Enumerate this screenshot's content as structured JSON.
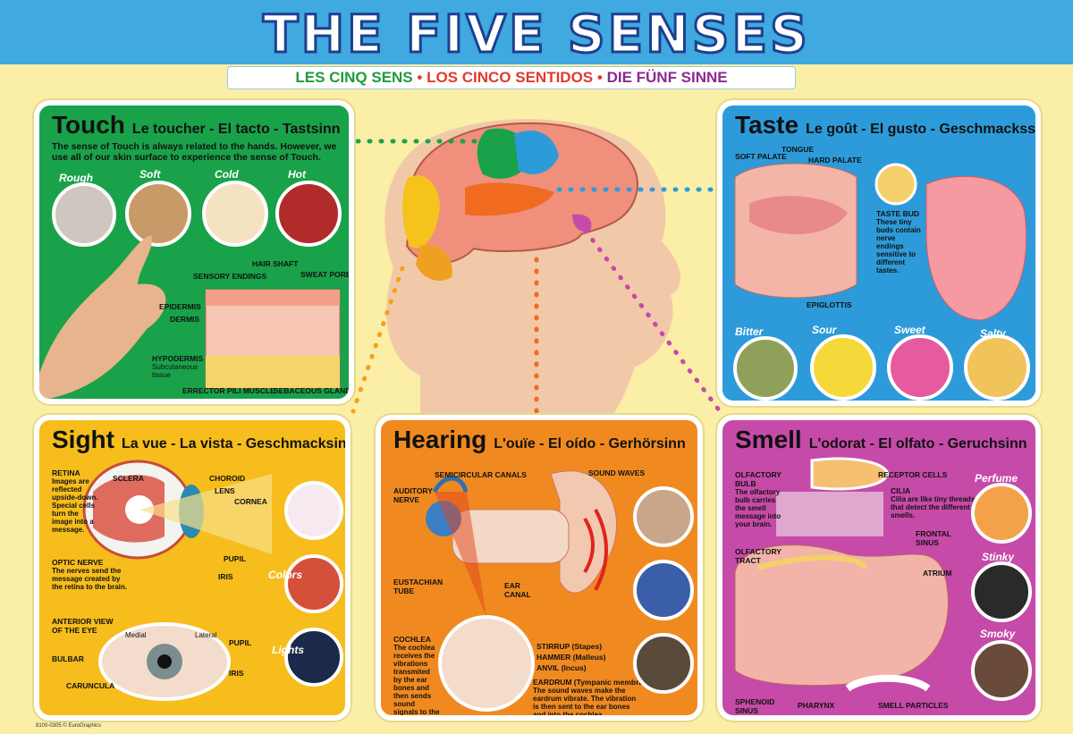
{
  "title": "THE FIVE SENSES",
  "subtitle": {
    "fr": "LES CINQ SENS",
    "es": "LOS CINCO SENTIDOS",
    "de": "DIE FÜNF SINNE",
    "sep": "•"
  },
  "touch": {
    "title": "Touch",
    "translations": "Le toucher - El tacto - Tastsinn",
    "desc": "The sense of Touch is always related to the hands. However, we use all of our skin surface to experience the sense of Touch.",
    "examples": [
      "Rough",
      "Soft",
      "Cold",
      "Hot"
    ],
    "labels": {
      "hair_shaft": "HAIR SHAFT",
      "sensory": "SENSORY ENDINGS",
      "sweat": "SWEAT PORE",
      "epidermis": "EPIDERMIS",
      "dermis": "DERMIS",
      "hypodermis": "HYPODERMIS",
      "subcut": "Subcutaneous tissue",
      "erector": "ERRECTOR PILI MUSCLE",
      "sebaceous": "SEBACEOUS GLAND"
    }
  },
  "taste": {
    "title": "Taste",
    "translations": "Le goût - El gusto - Geschmackssinn",
    "labels": {
      "soft_palate": "SOFT PALATE",
      "tongue": "TONGUE",
      "hard_palate": "HARD PALATE",
      "epiglottis": "EPIGLOTTIS",
      "taste_bud": "TASTE BUD",
      "taste_bud_desc": "These tiny buds contain nerve endings sensitive to different tastes."
    },
    "examples": [
      "Bitter",
      "Sour",
      "Sweet",
      "Salty"
    ]
  },
  "sight": {
    "title": "Sight",
    "translations": "La vue - La vista - Geschmacksinn",
    "labels": {
      "retina": "RETINA",
      "retina_desc": "Images are reflected upside-down. Special cells turn the image into a message.",
      "sclera": "SCLERA",
      "choroid": "CHOROID",
      "lens": "LENS",
      "cornea": "CORNEA",
      "optic": "OPTIC NERVE",
      "optic_desc": "The nerves send the message created by the retina to the brain.",
      "pupil": "PUPIL",
      "iris": "IRIS",
      "anterior": "ANTERIOR VIEW OF THE EYE",
      "bulbar": "BULBAR",
      "caruncula": "CARUNCULA",
      "medial": "Medial",
      "lateral": "Lateral",
      "pupil2": "PUPIL",
      "iris2": "IRIS"
    },
    "examples": [
      "Colors",
      "Lights"
    ]
  },
  "hearing": {
    "title": "Hearing",
    "translations": "L'ouïe - El oído - Gerhörsinn",
    "labels": {
      "semicircular": "SEMICIRCULAR CANALS",
      "sound_waves": "SOUND WAVES",
      "auditory": "AUDITORY NERVE",
      "ear_canal": "EAR CANAL",
      "eustachian": "EUSTACHIAN TUBE",
      "cochlea": "COCHLEA",
      "cochlea_desc": "The cochlea receives the vibrations transmited by the ear bones and then sends sound signals to the brain.",
      "stirrup": "STIRRUP (Stapes)",
      "hammer": "HAMMER (Malleus)",
      "anvil": "ANVIL (Incus)",
      "eardrum": "EARDRUM (Tympanic membrane)",
      "eardrum_desc": "The sound waves make the eardrum vibrate. The vibration is then sent to the ear bones and into the cochlea."
    }
  },
  "smell": {
    "title": "Smell",
    "translations": "L'odorat - El olfato - Geruchsinn",
    "labels": {
      "bulb": "OLFACTORY BULB",
      "bulb_desc": "The olfactory bulb carries the smell message into your brain.",
      "receptor": "RECEPTOR CELLS",
      "cilia": "CILIA",
      "cilia_desc": "Cilia are like tiny threads that detect the different smells.",
      "tract": "OLFACTORY TRACT",
      "frontal": "FRONTAL SINUS",
      "atrium": "ATRIUM",
      "sphenoid": "SPHENOID SINUS",
      "pharynx": "PHARYNX",
      "particles": "SMELL PARTICLES"
    },
    "examples": [
      "Perfume",
      "Stinky",
      "Smoky"
    ]
  },
  "footer": "8100-0305 © EuroGraphics"
}
